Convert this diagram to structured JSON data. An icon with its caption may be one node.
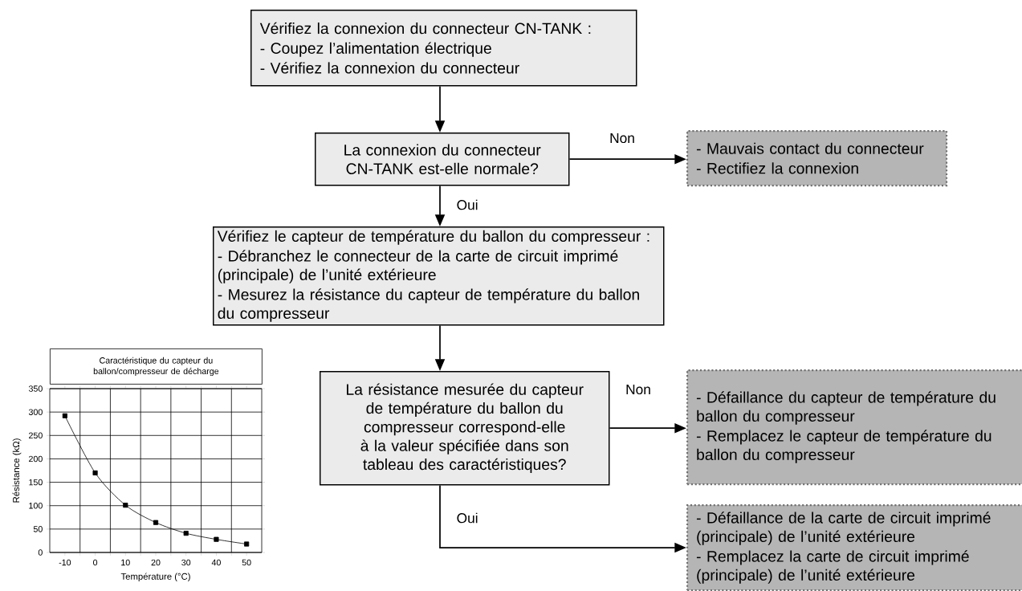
{
  "diagram": {
    "nodes": [
      {
        "text": [
          "Vérifiez la connexion du connecteur CN-TANK :",
          "- Coupez l’alimentation électrique",
          "- Vérifiez la connexion du connecteur"
        ]
      },
      {
        "text": [
          "La connexion du connecteur CN-TANK est-elle normale?"
        ]
      },
      {
        "text": [
          "- Mauvais contact du connecteur",
          "- Rectifiez la connexion"
        ]
      },
      {
        "text": [
          "Vérifiez le capteur de température du ballon du compresseur :",
          "- Débranchez le connecteur de la carte de circuit imprimé (principale) de l’unité extérieure",
          "- Mesurez la résistance du capteur de température du ballon du compresseur"
        ]
      },
      {
        "text": [
          "La résistance mesurée du capteur de température du ballon du compresseur correspond-elle à la valeur spécifiée dans son tableau des caractéristiques?"
        ]
      },
      {
        "text": [
          "- Défaillance du capteur de température du ballon du compresseur",
          "- Remplacez le capteur de température du ballon du compresseur"
        ]
      },
      {
        "text": [
          "- Défaillance de la carte de circuit imprimé (principale) de l’unité extérieure",
          "- Remplacez la carte de circuit imprimé (principale) de l’unité extérieure"
        ]
      }
    ],
    "edges": [
      {
        "from": 0,
        "to": 1,
        "arrow": "to"
      },
      {
        "from": 1,
        "to": 2,
        "arrow": "to",
        "label": "Non"
      },
      {
        "from": 1,
        "to": 3,
        "arrow": "to",
        "label": "Oui"
      },
      {
        "from": 3,
        "to": 4,
        "arrow": "to"
      },
      {
        "from": 4,
        "to": 5,
        "arrow": "to",
        "label": "Non"
      },
      {
        "from": 4,
        "to": 6,
        "arrow": "to",
        "label": "Oui"
      }
    ],
    "chart_data": {
      "type": "line",
      "title": "Caractéristique du capteur du ballon/compresseur de décharge",
      "xlabel": "Température (°C)",
      "ylabel": "Résistance (kΩ)",
      "x": [
        -10,
        0,
        10,
        20,
        30,
        40,
        50
      ],
      "series": [
        {
          "color": "#000000",
          "marker": "square",
          "values": [
            292,
            170,
            101,
            64,
            41,
            28,
            18
          ]
        }
      ],
      "grid": true,
      "xlim": [
        -15,
        55
      ],
      "ylim": [
        0,
        350
      ],
      "xticks": [
        -10,
        0,
        10,
        20,
        30,
        40,
        50
      ],
      "yticks": [
        0,
        50,
        100,
        150,
        200,
        250,
        300,
        350
      ]
    }
  }
}
